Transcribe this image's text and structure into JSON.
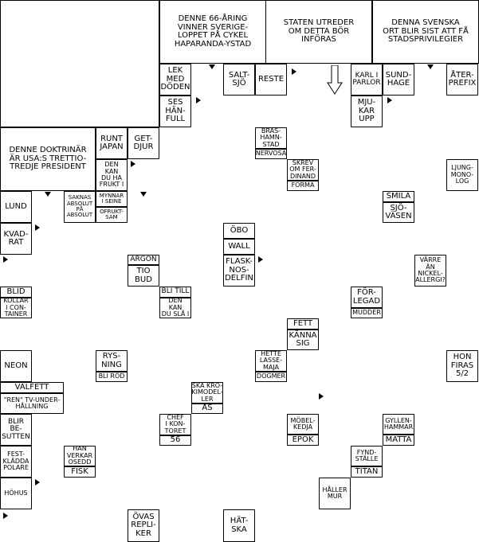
{
  "clues": {
    "top1": "DENNE 66-ÅRING\nVINNER SVERIGE-\nLOPPET PÅ CYKEL\nHAPARANDA-YSTAD",
    "top2": "STATEN UTREDER\nOM DETTA BÖR\nINFÖRAS",
    "top3": "DENNA SVENSKA\nORT BLIR SIST ATT FÅ\nSTADSPRIVILEGIER",
    "lek": "LEK\nMED\nDÖDEN",
    "ses": "SES\nHÄN-\nFULL",
    "saltsjo": "SALT-\nSJÖ",
    "reste": "RESTE",
    "karl": "KARL I\nPARLOR",
    "sundhage": "SUND-\nHAGE",
    "aterprefix": "ÅTER-\nPREFIX",
    "mjukar": "MJU-\nKAR\nUPP",
    "doktrinar": "DENNE DOKTRINÄR\nÄR USA:S TRETTIO-\nTREDJE PRESIDENT",
    "runt": "RUNT\nJAPAN",
    "getdjur": "GET-\nDJUR",
    "denkan": "DEN KAN\nDU HA\nFRUKT I",
    "bras": "BRAS-\nHAMN-\nSTAD",
    "nervosa": "NERVOSA",
    "skrev": "SKREV\nOM FER-\nDINAND",
    "forma": "FORMA",
    "ljung": "LJUNG-\nMONO-\nLOG",
    "lund": "LUND",
    "saknas": "SAKNAS\nABSOLUT\nPÅ\nABSOLUT",
    "mynnar": "MYNNAR\nI SEINE",
    "ofrukt": "OFRUKT-\nSAM",
    "smila": "SMILA",
    "sjovasen": "SJÖ-\nVÄSEN",
    "kvadrat": "KVAD-\nRAT",
    "obo": "ÖBO",
    "wall": "WALL",
    "flask": "FLASK-\nNOS-\nDELFIN",
    "varre": "VÄRRE\nÄN\nNICKEL-\nALLERGI?",
    "argon": "ARGON",
    "tiobud": "TIO\nBUD",
    "blid": "BLID",
    "kollar": "KOLLAR\nI CON-\nTAINER",
    "blitill": "BLI TILL",
    "denkansla": "DEN KAN\nDU SLÅ I",
    "forlegad": "FÖR-\nLEGAD",
    "mudder": "MUDDER",
    "fett": "FETT",
    "kanna": "KÄNNA\nSIG",
    "neon": "NEON",
    "rysning": "RYS-\nNING",
    "blirod": "BLI RÖD",
    "hette": "HETTE\nLASSE-\nMAJA",
    "dogmer": "DOGMER",
    "honfiras": "HON\nFIRAS\n5/2",
    "valfett": "VALFETT",
    "ren": "\"REN\" TV-UNDER-\nHÅLLNING",
    "ska": "SKA KRO-\nKIMODEL-\nLER",
    "as": "ÅS",
    "blir": "BLIR\nBE-\nSUTTEN",
    "chef": "CHEF\nI KON-\nTORET",
    "n56": "56",
    "mobel": "MÖBEL-\nKEDJA",
    "epok": "EPOK",
    "gyllen": "GYLLEN-\nHAMMAR",
    "matta": "MATTA",
    "fest": "FEST-\nKLÄDDA\nPOLARE",
    "han": "HAN\nVERKAR\nOSEDD",
    "fisk": "FISK",
    "fynd": "FYND-\nSTÄLLE",
    "titan": "TITAN",
    "hohus": "HÖHUS",
    "haller": "HÅLLER\nMUR",
    "ovas": "ÖVAS\nREPLI-\nKER",
    "hatska": "HÄT-\nSKA"
  }
}
